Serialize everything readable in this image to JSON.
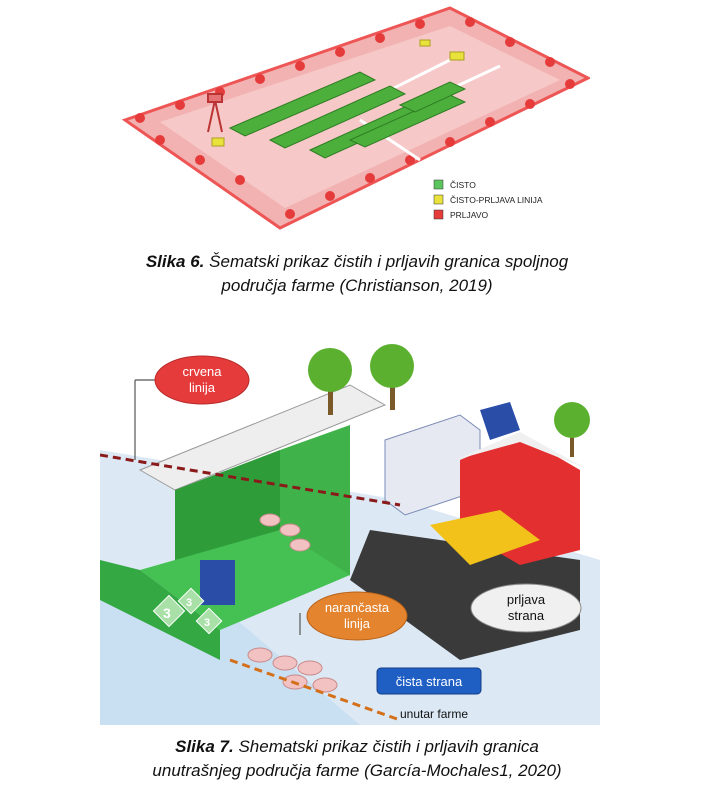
{
  "figure6": {
    "legend": {
      "items": [
        {
          "label": "ČISTO",
          "color": "#5cc45c"
        },
        {
          "label": "ČISTO-PRLJAVA LINIJA",
          "color": "#e8e23a"
        },
        {
          "label": "PRLJAVO",
          "color": "#e53b3b"
        }
      ]
    },
    "caption": {
      "label": "Slika 6.",
      "text": " Šematski prikaz čistih i prljavih granica spoljnog",
      "text2": "područja farme (Christianson, 2019)"
    }
  },
  "figure7": {
    "callouts": {
      "red_line": [
        "crvena",
        "linija"
      ],
      "orange_line": [
        "narančasta",
        "linija"
      ],
      "dirty_side": [
        "prljava",
        "strana"
      ],
      "clean_side": "čista strana",
      "inside_farm": "unutar farme"
    },
    "sign_numbers": [
      "3",
      "3",
      "3"
    ],
    "caption": {
      "label": "Slika 7.",
      "text": " Shematski prikaz čistih i prljavih granica",
      "text2": "unutrašnjeg područja farme (García-Mochales1, 2020)"
    }
  },
  "colors": {
    "dirty": "#e53b3b",
    "clean": "#5cc45c",
    "border": "#e8e23a"
  }
}
